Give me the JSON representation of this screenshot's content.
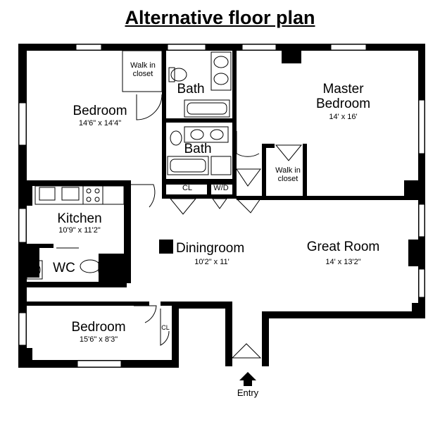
{
  "title": "Alternative floor plan",
  "rooms": {
    "bedroom_1": {
      "name": "Bedroom",
      "dims": "14'6\" x 14'4\""
    },
    "walk_in_closet_1": {
      "line1": "Walk in",
      "line2": "closet"
    },
    "bath_1": {
      "name": "Bath"
    },
    "master_bedroom": {
      "line1": "Master",
      "line2": "Bedroom",
      "dims": "14' x 16'"
    },
    "bath_2": {
      "name": "Bath"
    },
    "walk_in_closet_2": {
      "line1": "Walk in",
      "line2": "closet"
    },
    "cl_1": {
      "name": "CL"
    },
    "wd": {
      "name": "W/D"
    },
    "kitchen": {
      "name": "Kitchen",
      "dims": "10'9\" x 11'2\""
    },
    "diningroom": {
      "name": "Diningroom",
      "dims": "10'2\" x 11'"
    },
    "great_room": {
      "name": "Great Room",
      "dims": "14' x 13'2\""
    },
    "wc": {
      "name": "WC"
    },
    "bedroom_2": {
      "name": "Bedroom",
      "dims": "15'6\" x 8'3\""
    },
    "cl_2": {
      "name": "CL"
    }
  },
  "entry": {
    "label": "Entry"
  }
}
